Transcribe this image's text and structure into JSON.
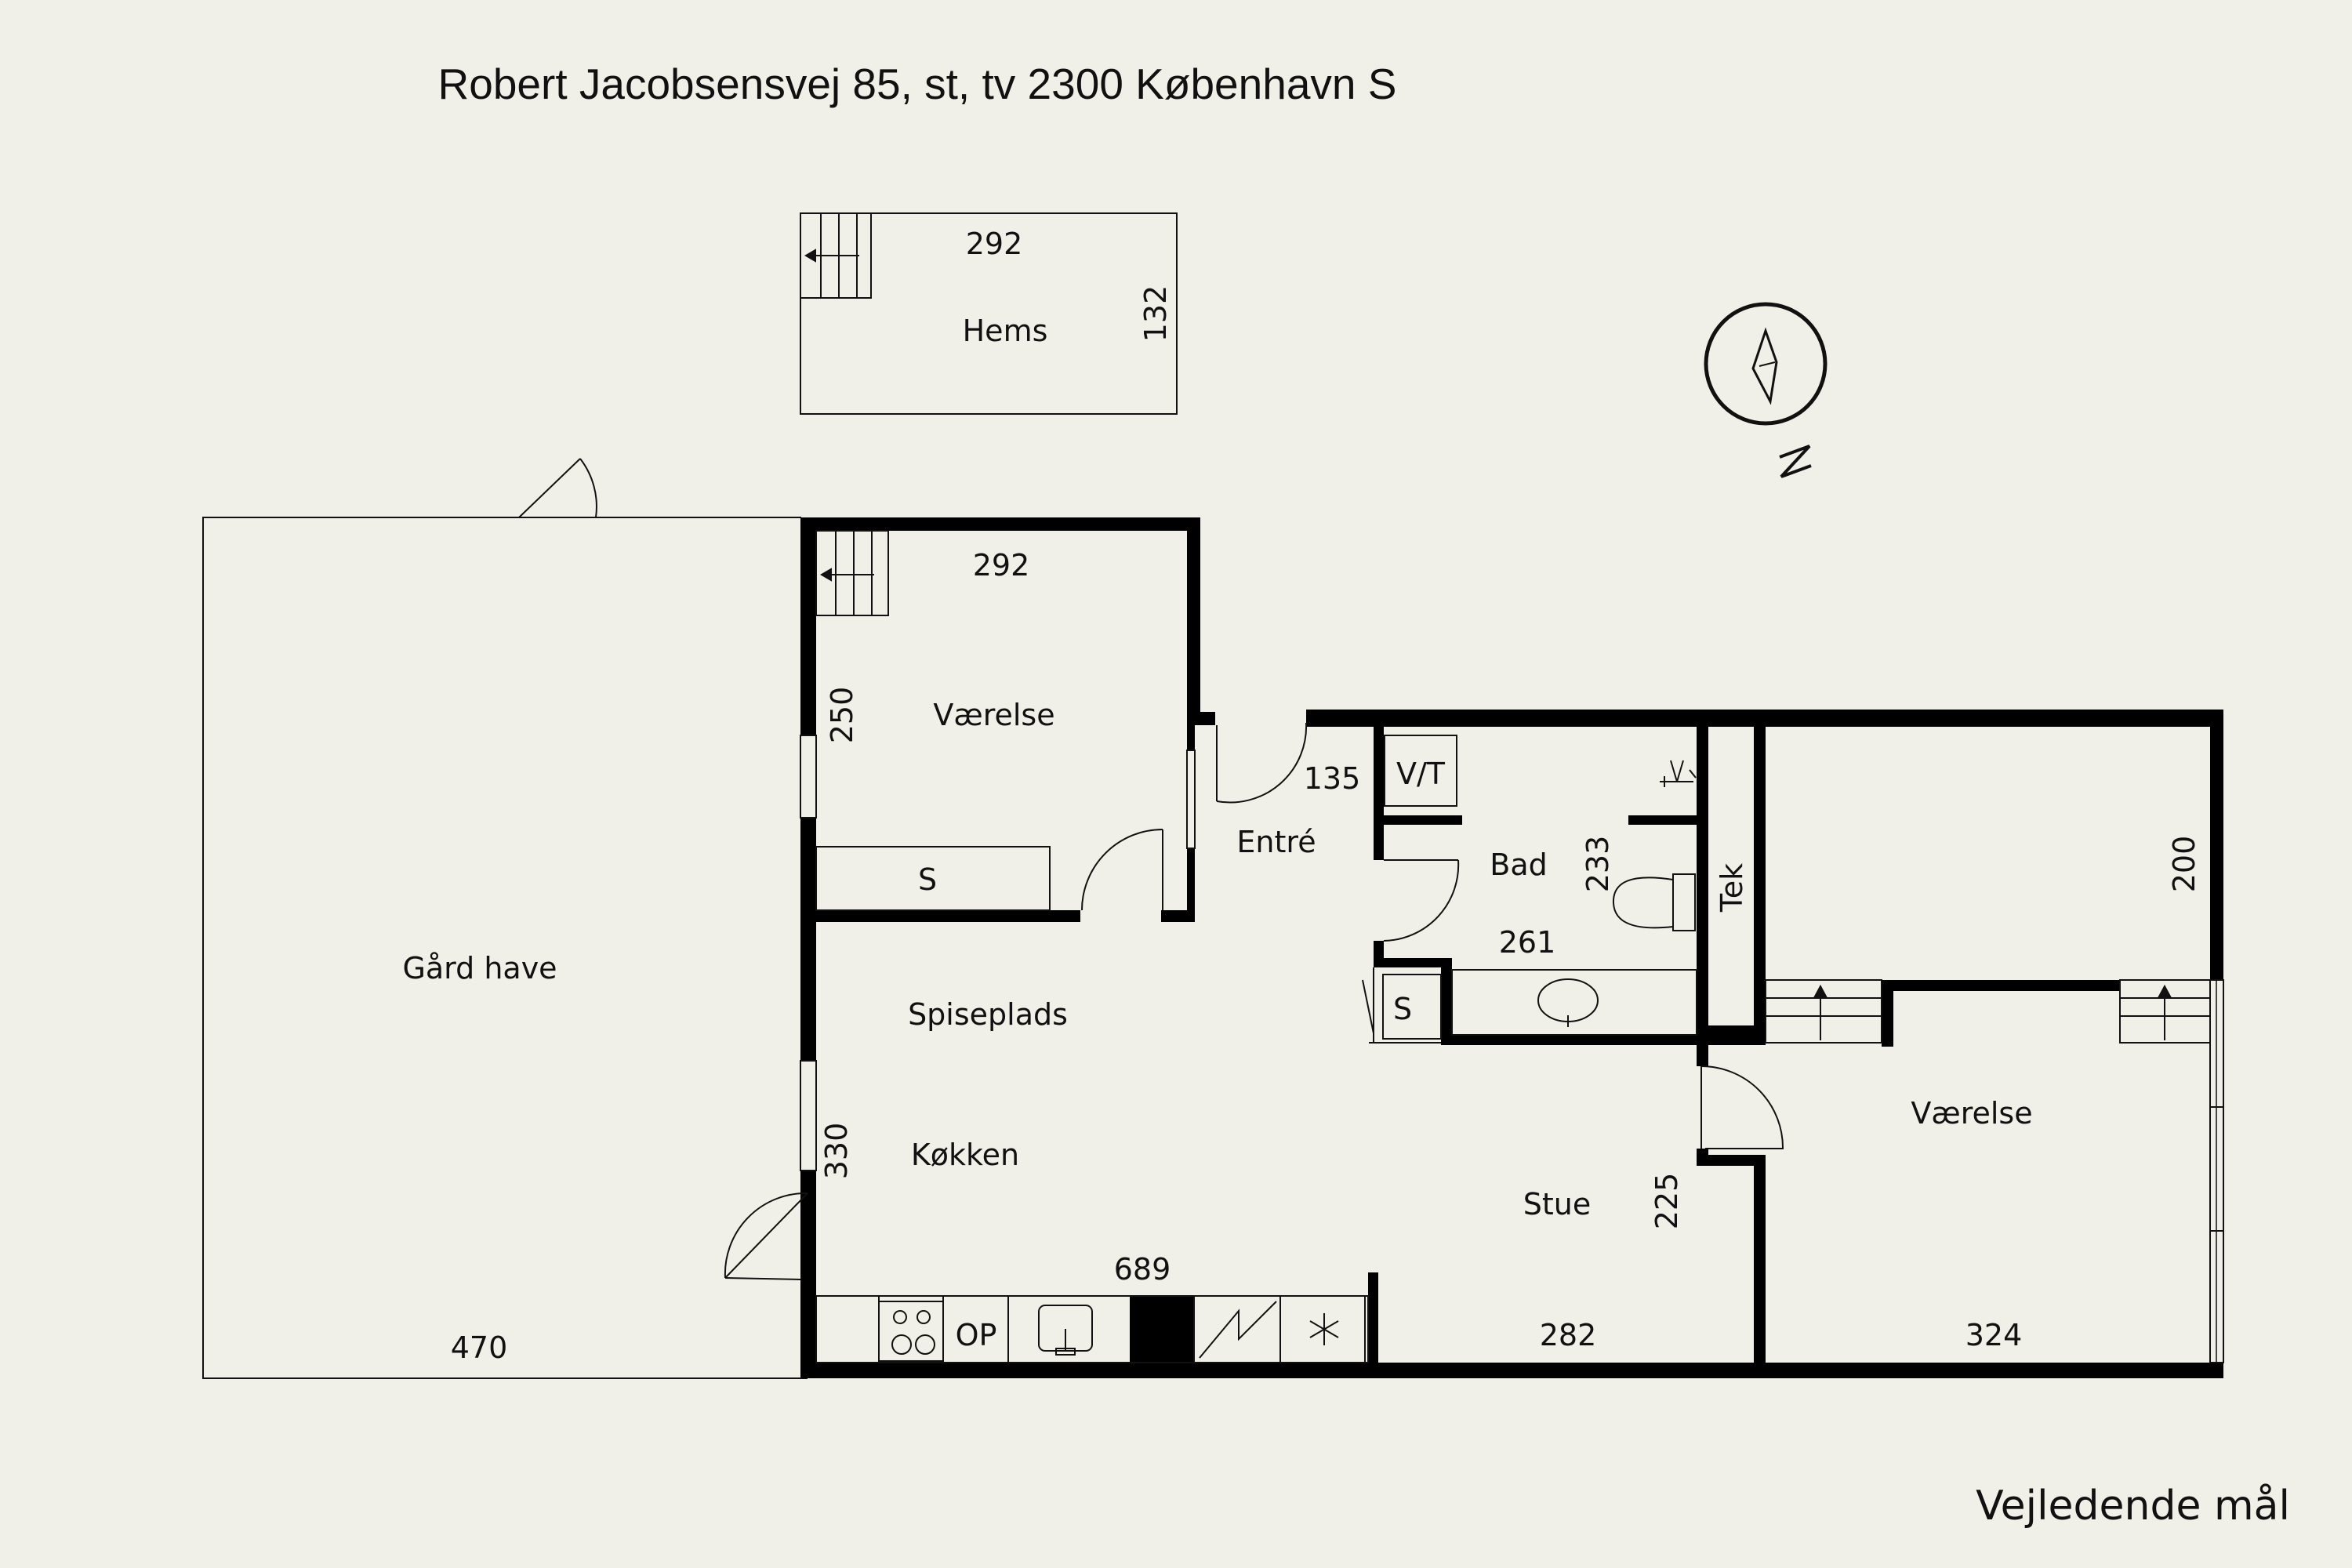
{
  "header": {
    "address": "Robert Jacobsensvej 85, st, tv 2300 København S",
    "disclaimer": "Vejledende mål"
  },
  "colors": {
    "background": "#f1f0e8",
    "wall": "#000000",
    "line": "#111111"
  },
  "rooms": {
    "hems": "Hems",
    "vaerelse_top": "Værelse",
    "entre": "Entré",
    "bad": "Bad",
    "tek": "Tek",
    "spiseplads": "Spiseplads",
    "koekken": "Køkken",
    "stue": "Stue",
    "vaerelse_right": "Værelse",
    "gaard_have": "Gård have"
  },
  "dimensions": {
    "hems_width": "292",
    "hems_depth": "132",
    "vaerelse_top_width": "292",
    "vaerelse_top_depth": "250",
    "entre": "135",
    "bad_depth": "233",
    "bad_width": "261",
    "right_room_depth": "200",
    "kitchen_depth": "330",
    "kitchen_width": "689",
    "stue_depth": "225",
    "stue_width": "282",
    "vaerelse_right_width": "324",
    "garden_width": "470"
  },
  "fixtures": {
    "closet_vaerelse": "S",
    "closet_bad": "S",
    "washer_dryer": "V/T",
    "dishwasher": "OP"
  },
  "icons": {
    "compass": "compass-icon",
    "north_letter": "N",
    "stairs": "stairs-icon",
    "stove": "stove-icon",
    "sink": "sink-icon",
    "freezer": "snowflake-icon",
    "toilet": "toilet-icon",
    "shower": "shower-icon"
  }
}
